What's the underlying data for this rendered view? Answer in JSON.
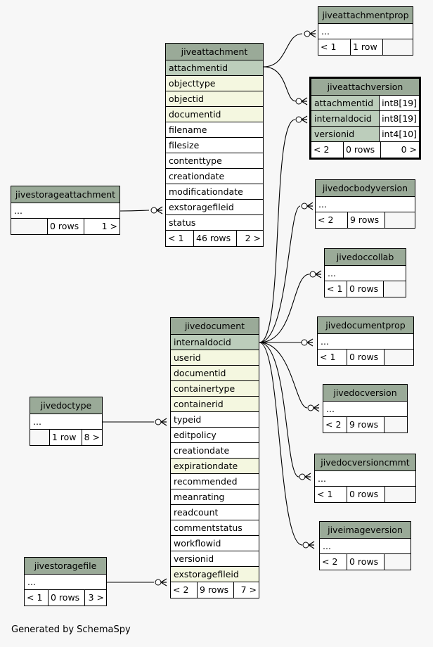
{
  "footer_text": "Generated by SchemaSpy",
  "tables": {
    "jiveattachment": {
      "name": "jiveattachment",
      "columns": [
        "attachmentid",
        "objecttype",
        "objectid",
        "documentid",
        "filename",
        "filesize",
        "contenttype",
        "creationdate",
        "modificationdate",
        "exstoragefileid",
        "status"
      ],
      "footer": [
        "< 1",
        "46 rows",
        "2 >"
      ]
    },
    "jivestorageattachment": {
      "name": "jivestorageattachment",
      "columns": [
        "..."
      ],
      "footer": [
        "",
        "0 rows",
        "1 >"
      ]
    },
    "jiveattachmentprop": {
      "name": "jiveattachmentprop",
      "columns": [
        "..."
      ],
      "footer": [
        "< 1",
        "1 row",
        ""
      ]
    },
    "jiveattachversion": {
      "name": "jiveattachversion",
      "columns": [
        {
          "name": "attachmentid",
          "type": "int8[19]"
        },
        {
          "name": "internaldocid",
          "type": "int8[19]"
        },
        {
          "name": "versionid",
          "type": "int4[10]"
        }
      ],
      "footer": [
        "< 2",
        "0 rows",
        "0 >"
      ]
    },
    "jivedocbodyversion": {
      "name": "jivedocbodyversion",
      "columns": [
        "..."
      ],
      "footer": [
        "< 2",
        "9 rows",
        ""
      ]
    },
    "jivedoccollab": {
      "name": "jivedoccollab",
      "columns": [
        "..."
      ],
      "footer": [
        "< 1",
        "0 rows",
        ""
      ]
    },
    "jivedocumentprop": {
      "name": "jivedocumentprop",
      "columns": [
        "..."
      ],
      "footer": [
        "< 1",
        "0 rows",
        ""
      ]
    },
    "jivedocversion": {
      "name": "jivedocversion",
      "columns": [
        "..."
      ],
      "footer": [
        "< 2",
        "9 rows",
        ""
      ]
    },
    "jivedocversioncmmt": {
      "name": "jivedocversioncmmt",
      "columns": [
        "..."
      ],
      "footer": [
        "< 1",
        "0 rows",
        ""
      ]
    },
    "jiveimageversion": {
      "name": "jiveimageversion",
      "columns": [
        "..."
      ],
      "footer": [
        "< 2",
        "0 rows",
        ""
      ]
    },
    "jivedocument": {
      "name": "jivedocument",
      "columns": [
        "internaldocid",
        "userid",
        "documentid",
        "containertype",
        "containerid",
        "typeid",
        "editpolicy",
        "creationdate",
        "expirationdate",
        "recommended",
        "meanrating",
        "readcount",
        "commentstatus",
        "workflowid",
        "versionid",
        "exstoragefileid"
      ],
      "footer": [
        "< 2",
        "9 rows",
        "7 >"
      ]
    },
    "jivedoctype": {
      "name": "jivedoctype",
      "columns": [
        "..."
      ],
      "footer": [
        "",
        "1 row",
        "8 >"
      ]
    },
    "jivestoragefile": {
      "name": "jivestoragefile",
      "columns": [
        "..."
      ],
      "footer": [
        "< 1",
        "0 rows",
        "3 >"
      ]
    }
  },
  "colors": {
    "header": "#9aaa98",
    "primary_key": "#bccdbb",
    "indexed": "#f4f7e0",
    "background": "#f7f7f7"
  }
}
